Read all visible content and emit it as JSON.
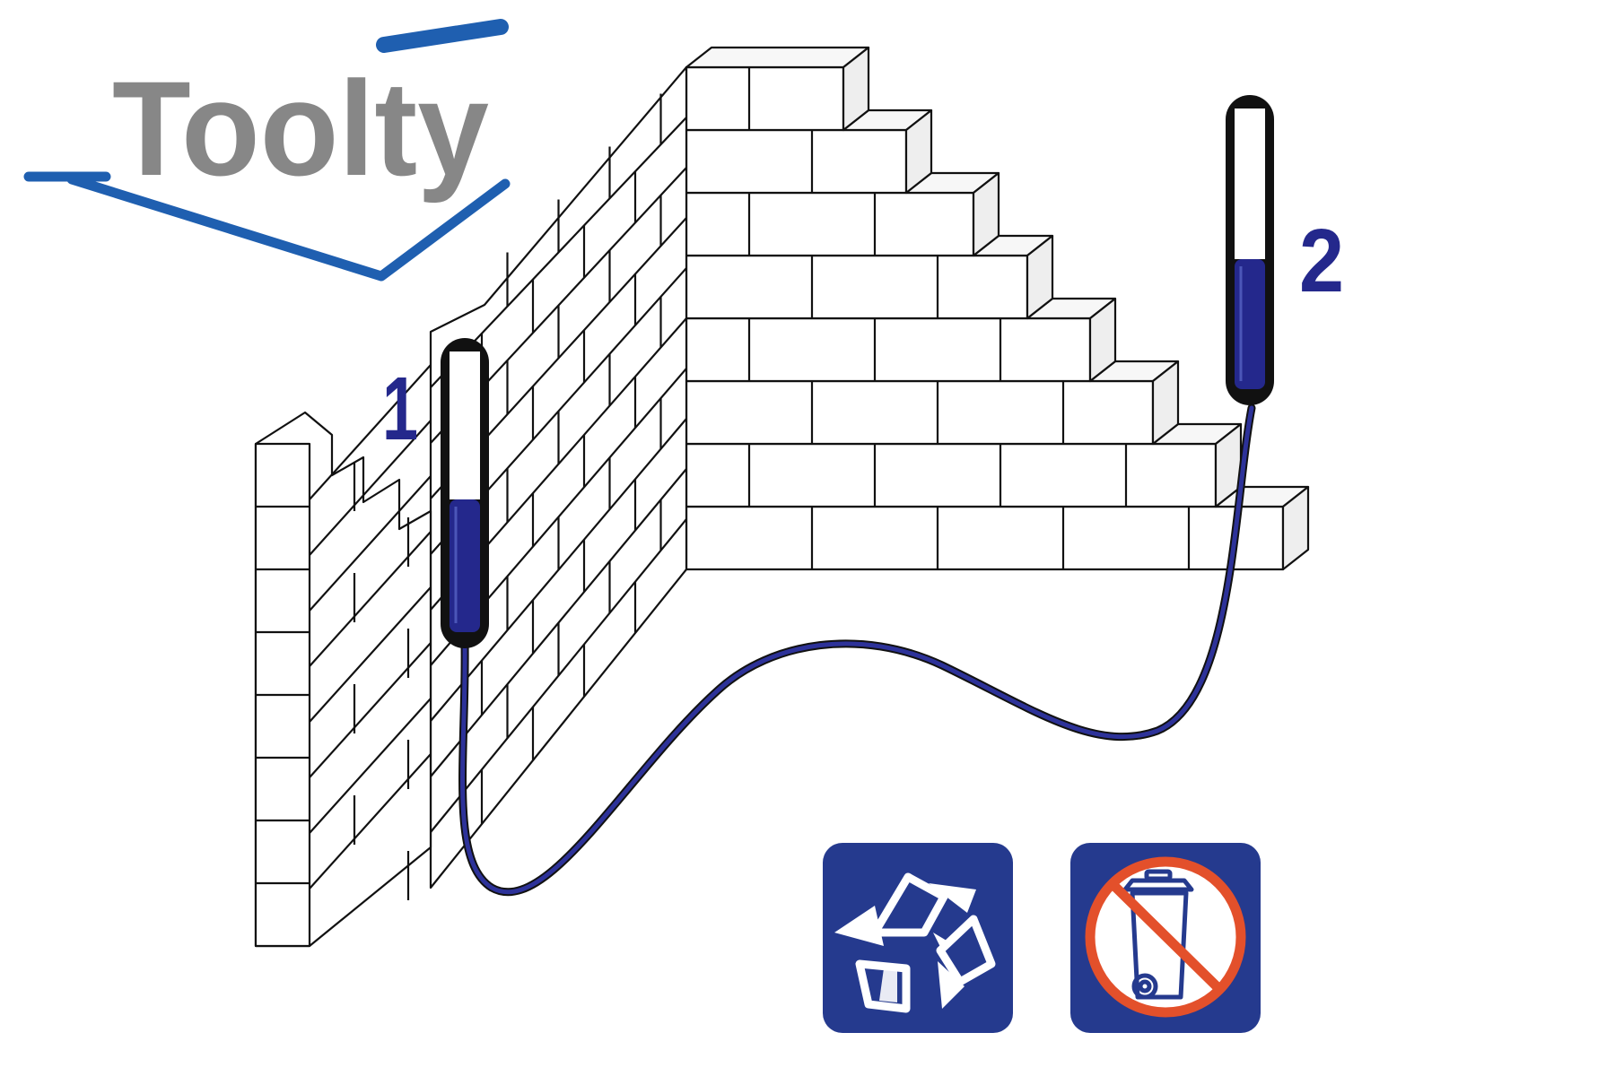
{
  "brand": {
    "name": "Toolty",
    "text_color": "#878787",
    "accent_color": "#1f5fb0"
  },
  "colors": {
    "liquid": "#24288c",
    "outline": "#111111",
    "icon_bg": "#253a8e",
    "prohibit": "#e3502b"
  },
  "markers": [
    {
      "label": "1"
    },
    {
      "label": "2"
    }
  ],
  "icons": [
    {
      "name": "recycle-icon"
    },
    {
      "name": "no-trash-bin-icon"
    }
  ]
}
